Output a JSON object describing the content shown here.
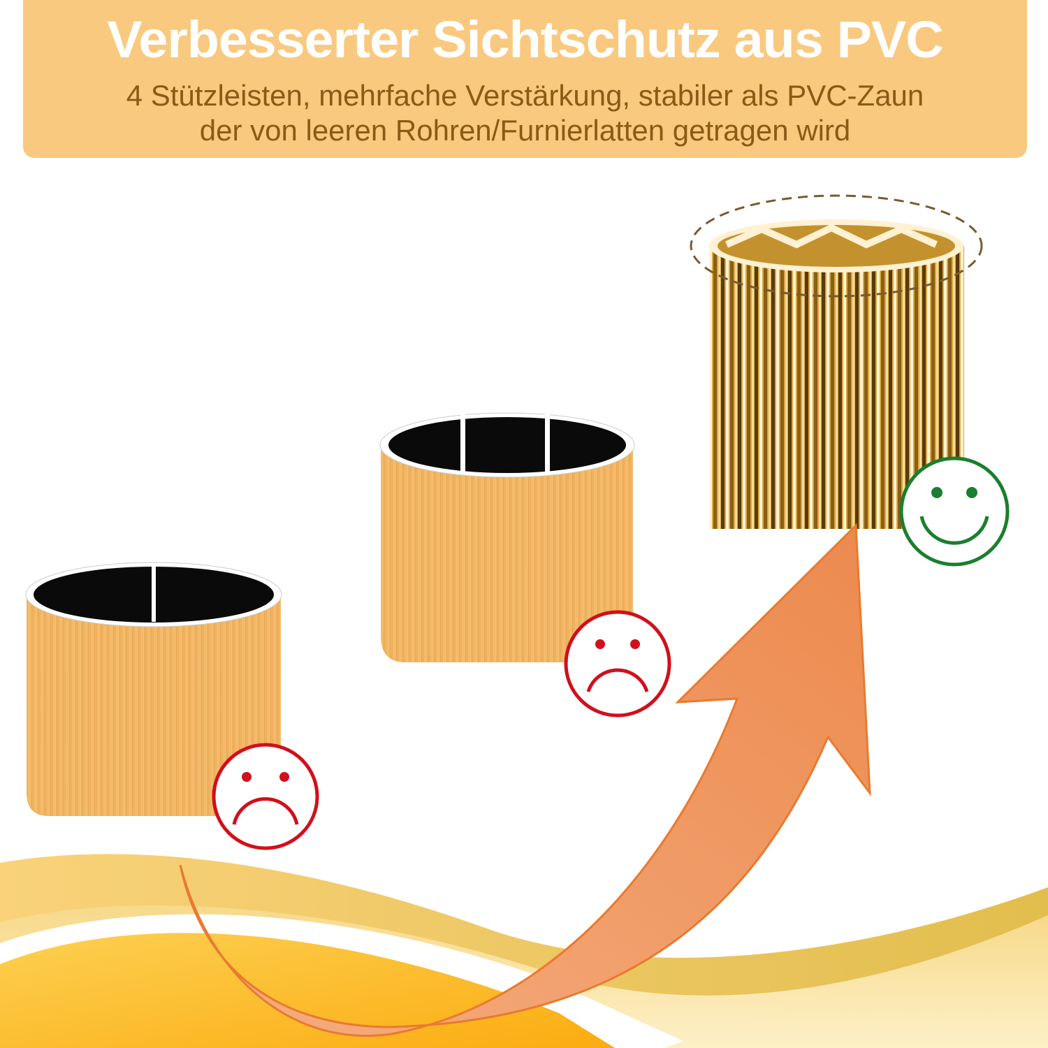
{
  "header": {
    "title": "Verbesserter Sichtschutz aus PVC",
    "subtitle_line1": "4 Stützleisten, mehrfache Verstärkung, stabiler als PVC-Zaun",
    "subtitle_line2": "der von leeren Rohren/Furnierlatten getragen wird"
  },
  "colors": {
    "header_bg": "#f9c97f",
    "title": "#ffffff",
    "subtitle": "#8a5a17",
    "wood": "#f4b867",
    "gold": "#c89a3a",
    "arrow": "#f0925a",
    "sad": "#d0101c",
    "happy": "#1a7f2e"
  },
  "items": [
    {
      "name": "tube-1-support",
      "supports": 1,
      "rating": "sad"
    },
    {
      "name": "tube-2-supports",
      "supports": 2,
      "rating": "sad"
    },
    {
      "name": "tube-4-supports",
      "supports": 4,
      "rating": "happy"
    }
  ]
}
